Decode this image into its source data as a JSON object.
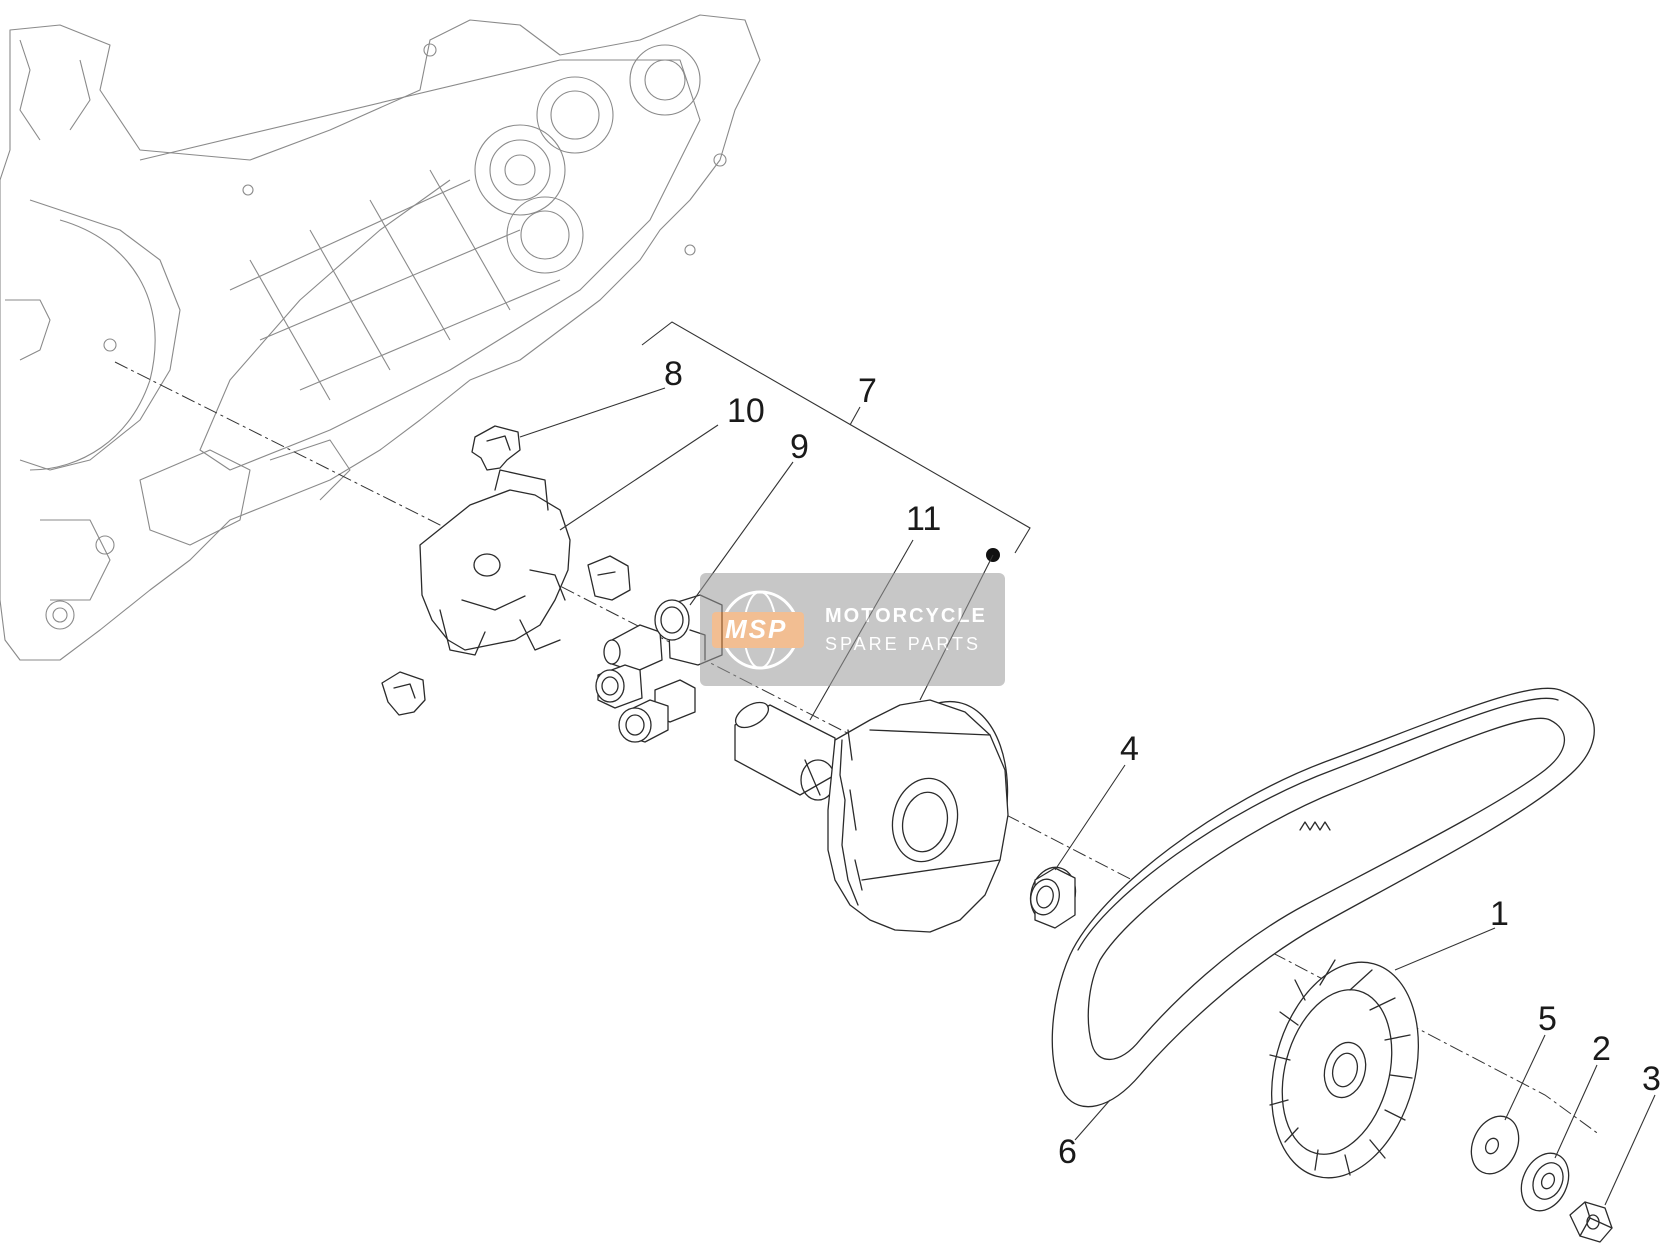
{
  "diagram": {
    "callouts": [
      {
        "id": "1",
        "label": "1"
      },
      {
        "id": "2",
        "label": "2"
      },
      {
        "id": "3",
        "label": "3"
      },
      {
        "id": "4",
        "label": "4"
      },
      {
        "id": "5",
        "label": "5"
      },
      {
        "id": "6",
        "label": "6"
      },
      {
        "id": "7",
        "label": "7"
      },
      {
        "id": "8",
        "label": "8"
      },
      {
        "id": "9",
        "label": "9"
      },
      {
        "id": "10",
        "label": "10"
      },
      {
        "id": "11",
        "label": "11"
      }
    ]
  },
  "watermark": {
    "logo_text": "MSP",
    "line1": "MOTORCYCLE",
    "line2": "SPARE PARTS",
    "color": "#9a9a9a"
  }
}
